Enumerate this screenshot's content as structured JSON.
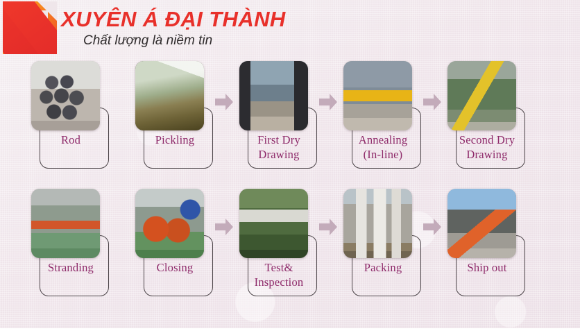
{
  "header": {
    "logo_icon": "xadt-logo-icon",
    "title": "XUYÊN Á ĐẠI THÀNH",
    "tagline": "Chất lượng là niềm tin",
    "title_color": "#e8302a",
    "tagline_color": "#2f2b2c"
  },
  "theme": {
    "background": "#efe6ea",
    "label_color": "#8e2a6a",
    "arrow_color": "#c3abba",
    "frame_border": "#4c4549"
  },
  "flow": {
    "arrow_icon": "arrow-right-icon",
    "rows": [
      {
        "steps": [
          {
            "index": "1",
            "label_line1": "Rod",
            "label_line2": "",
            "photo": "rod-photo",
            "photo_alt": "Stacked steel wire rod coils"
          },
          {
            "index": "2",
            "label_line1": "Pickling",
            "label_line2": "",
            "photo": "pickling-photo",
            "photo_alt": "Acid pickling bath line"
          },
          {
            "index": "3",
            "label_line1": "First Dry",
            "label_line2": "Drawing",
            "photo": "first-dry-drawing-photo",
            "photo_alt": "Dry drawing machine hall"
          },
          {
            "index": "4",
            "label_line1": "Annealing",
            "label_line2": "(In-line)",
            "photo": "annealing-photo",
            "photo_alt": "In-line annealing furnace"
          },
          {
            "index": "5",
            "label_line1": "Second Dry",
            "label_line2": "Drawing",
            "photo": "second-dry-drawing-photo",
            "photo_alt": "Second dry drawing machine"
          }
        ]
      },
      {
        "steps": [
          {
            "index": "6",
            "label_line1": "Stranding",
            "label_line2": "",
            "photo": "stranding-photo",
            "photo_alt": "Wire stranding machine"
          },
          {
            "index": "7",
            "label_line1": "Closing",
            "label_line2": "",
            "photo": "closing-photo",
            "photo_alt": "Closing machine with red reels"
          },
          {
            "index": "8",
            "label_line1": "Test&",
            "label_line2": "Inspection",
            "photo": "test-inspection-photo",
            "photo_alt": "Testing and inspection equipment"
          },
          {
            "index": "9",
            "label_line1": "Packing",
            "label_line2": "",
            "photo": "packing-photo",
            "photo_alt": "Packed coils on pallets"
          },
          {
            "index": "10",
            "label_line1": "Ship out",
            "label_line2": "",
            "photo": "ship-out-photo",
            "photo_alt": "Forklift loading truck"
          }
        ]
      }
    ]
  }
}
